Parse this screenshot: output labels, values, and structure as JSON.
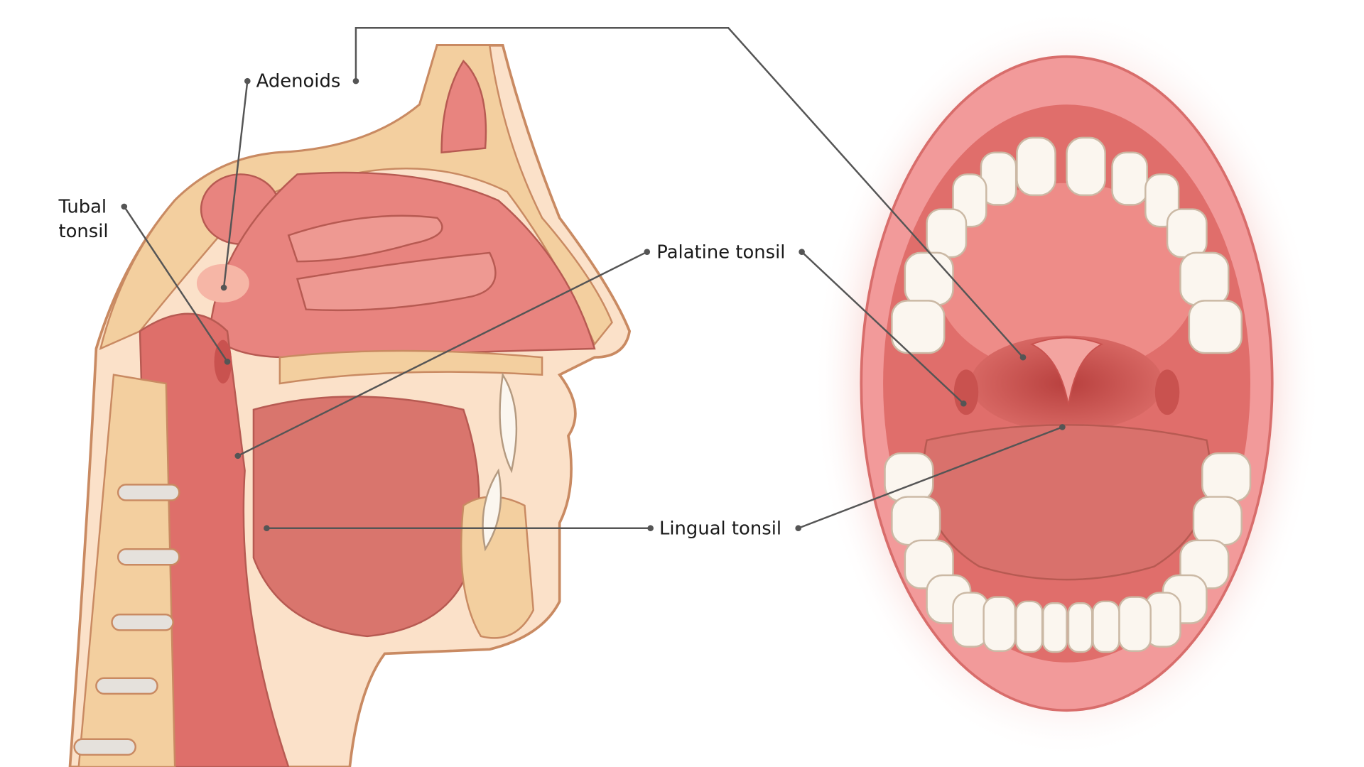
{
  "labels": {
    "adenoids": "Adenoids",
    "tubal_tonsil_line1": "Tubal",
    "tubal_tonsil_line2": "tonsil",
    "palatine_tonsil": "Palatine tonsil",
    "lingual_tonsil": "Lingual tonsil"
  },
  "colors": {
    "mucosa": "#e8847f",
    "mucosa_dark": "#c9524f",
    "bone": "#f3cf9f",
    "skin": "#fbe1c9",
    "lip": "#f29a9a",
    "tooth": "#fbf6ef",
    "leader": "#555555"
  }
}
